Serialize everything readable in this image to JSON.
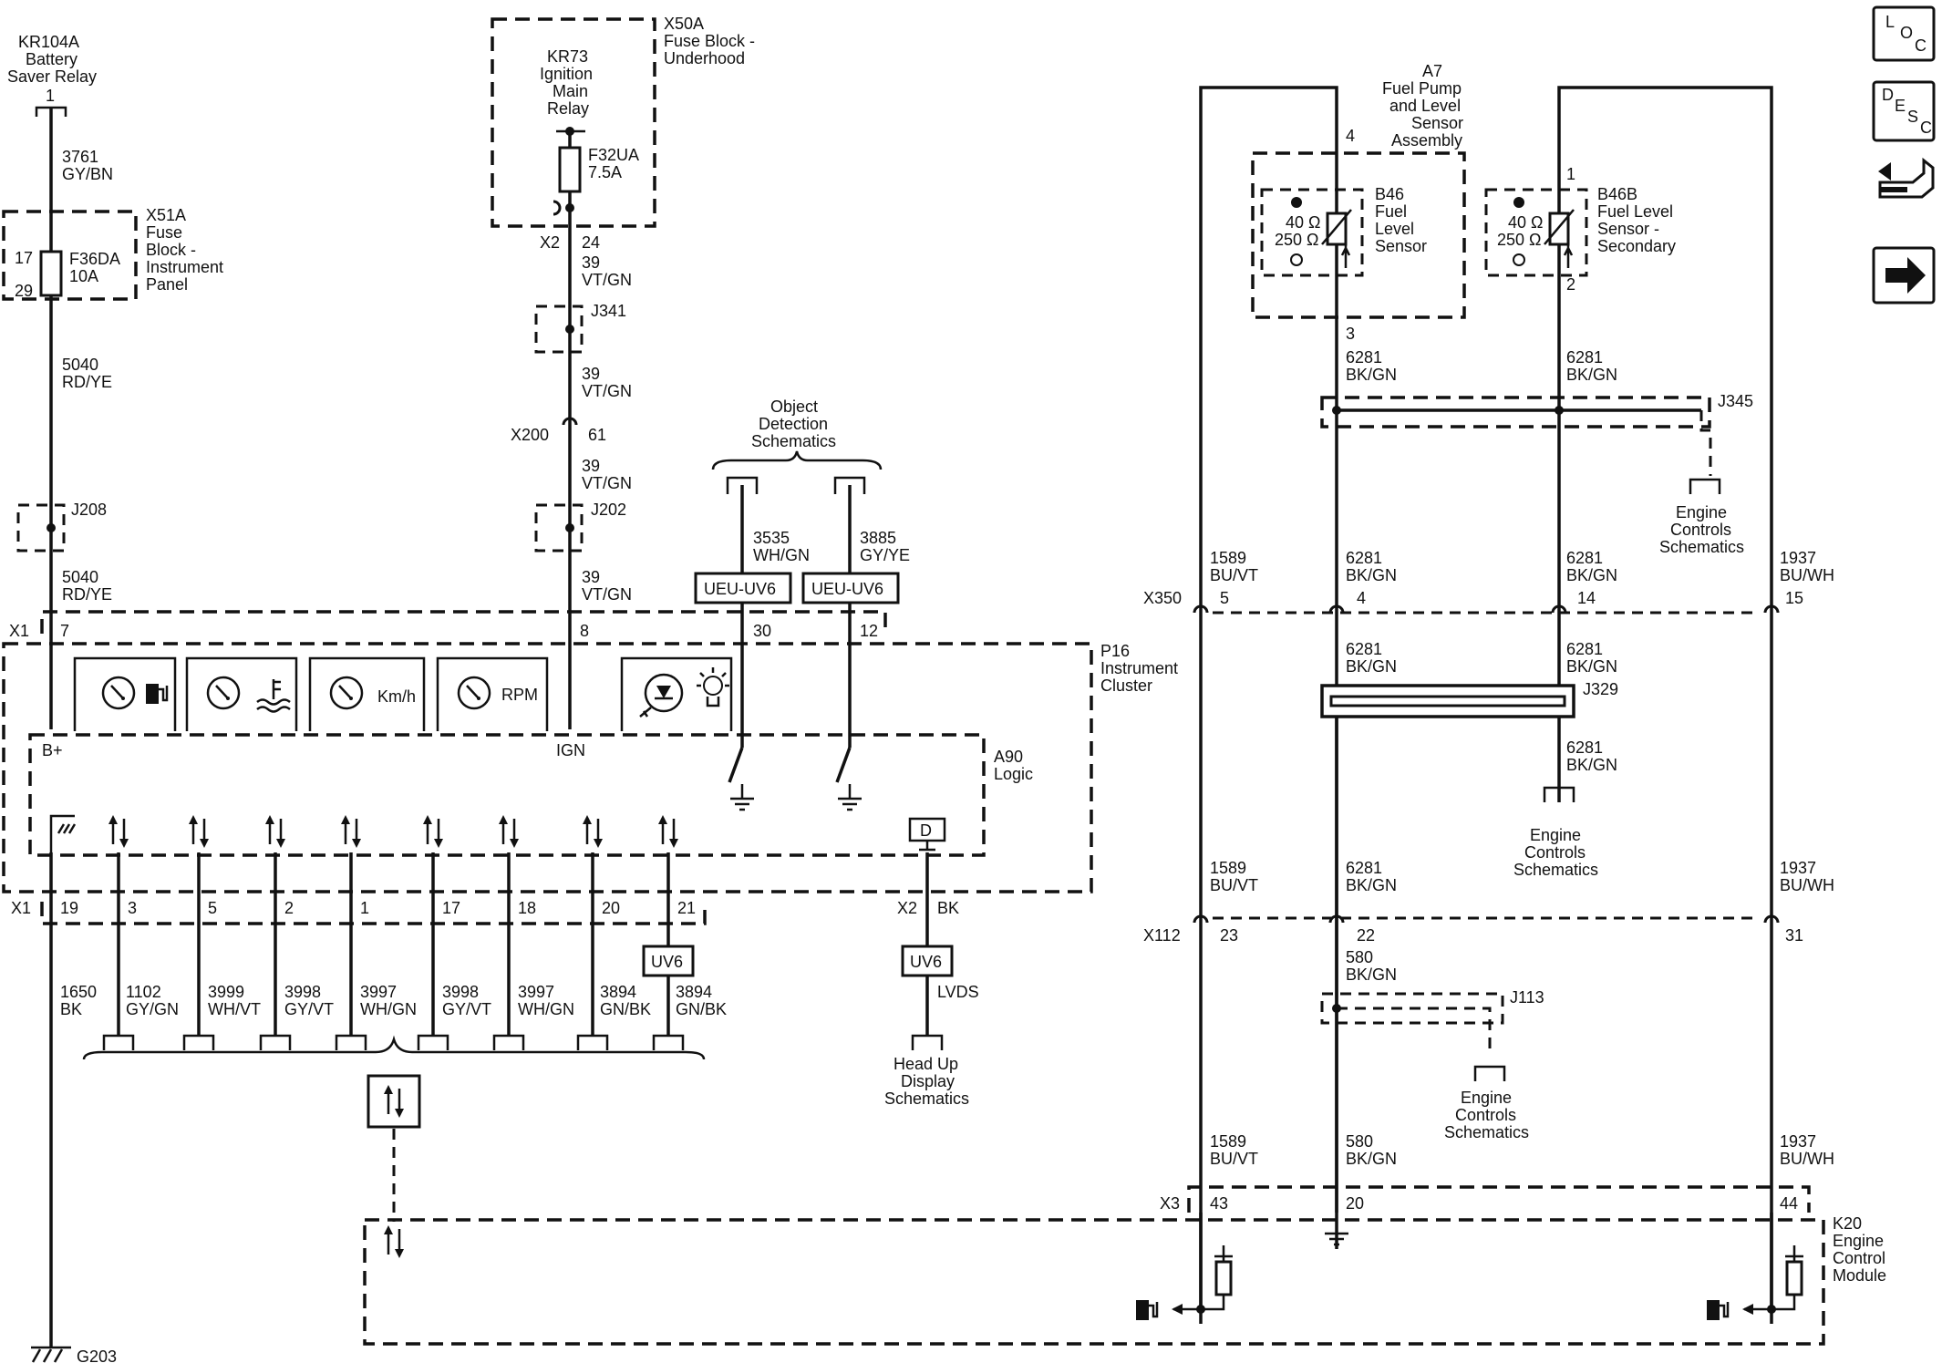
{
  "nav_buttons": [
    {
      "name": "loc-button",
      "letters": [
        "L",
        "O",
        "C"
      ]
    },
    {
      "name": "desc-button",
      "letters": [
        "D",
        "E",
        "S",
        "C"
      ]
    }
  ],
  "components": {
    "kr104a": [
      "KR104A",
      "Battery",
      "Saver Relay"
    ],
    "kr104a_pin": "1",
    "x50a": [
      "X50A",
      "Fuse Block -",
      "Underhood"
    ],
    "kr73": [
      "KR73",
      "Ignition",
      "Main",
      "Relay"
    ],
    "f32ua": [
      "F32UA",
      "7.5A"
    ],
    "x51a": [
      "X51A",
      "Fuse",
      "Block -",
      "Instrument",
      "Panel"
    ],
    "f36da": [
      "F36DA",
      "10A"
    ],
    "f36da_pins": [
      "17",
      "29"
    ],
    "a7": [
      "A7",
      "Fuel Pump",
      "and Level",
      "Sensor",
      "Assembly"
    ],
    "b46": [
      "B46",
      "Fuel",
      "Level",
      "Sensor"
    ],
    "b46b": [
      "B46B",
      "Fuel Level",
      "Sensor -",
      "Secondary"
    ],
    "ohms": [
      "40 Ω",
      "250 Ω"
    ],
    "p16": [
      "P16",
      "Instrument",
      "Cluster"
    ],
    "a90": [
      "A90",
      "Logic"
    ],
    "k20": [
      "K20",
      "Engine",
      "Control",
      "Module"
    ],
    "g203": "G203",
    "kmh": "Km/h",
    "rpm": "RPM",
    "bplus": "B+",
    "ign": "IGN",
    "hud_icon": "D"
  },
  "splices": {
    "j208": "J208",
    "j341": "J341",
    "j202": "J202",
    "j345": "J345",
    "j329": "J329",
    "j113": "J113"
  },
  "modules": {
    "ueu1": "UEU-UV6",
    "ueu2": "UEU-UV6",
    "uv6a": "UV6",
    "uv6b": "UV6"
  },
  "schematic_refs": {
    "obj_det": [
      "Object",
      "Detection",
      "Schematics"
    ],
    "ec1": [
      "Engine",
      "Controls",
      "Schematics"
    ],
    "ec2": [
      "Engine",
      "Controls",
      "Schematics"
    ],
    "ec3": [
      "Engine",
      "Controls",
      "Schematics"
    ],
    "hud": [
      "Head Up",
      "Display",
      "Schematics"
    ]
  },
  "connectors": {
    "x2a": "X2",
    "x2a_pin": "24",
    "x200": "X200",
    "x200_pin": "61",
    "x1_top": "X1",
    "x1_top_pins": [
      "7",
      "8",
      "30",
      "12"
    ],
    "x1_bot": "X1",
    "x1_bot_pins": [
      "19",
      "3",
      "5",
      "2",
      "1",
      "17",
      "18",
      "20",
      "21"
    ],
    "x2b": "X2",
    "x2b_pin": "BK",
    "x350": "X350",
    "x350_pins": [
      "5",
      "4",
      "14",
      "15"
    ],
    "x112": "X112",
    "x112_pins": [
      "23",
      "22",
      "31"
    ],
    "x3": "X3",
    "x3_pins": [
      "43",
      "20",
      "44"
    ],
    "a7_pins": [
      "4",
      "3",
      "1",
      "2"
    ]
  },
  "wires": {
    "w3761": [
      "3761",
      "GY/BN"
    ],
    "w5040a": [
      "5040",
      "RD/YE"
    ],
    "w5040b": [
      "5040",
      "RD/YE"
    ],
    "w39a": [
      "39",
      "VT/GN"
    ],
    "w39b": [
      "39",
      "VT/GN"
    ],
    "w39c": [
      "39",
      "VT/GN"
    ],
    "w39d": [
      "39",
      "VT/GN"
    ],
    "w3535": [
      "3535",
      "WH/GN"
    ],
    "w3885": [
      "3885",
      "GY/YE"
    ],
    "w1650": [
      "1650",
      "BK"
    ],
    "w1102": [
      "1102",
      "GY/GN"
    ],
    "w3999": [
      "3999",
      "WH/VT"
    ],
    "w3998a": [
      "3998",
      "GY/VT"
    ],
    "w3997a": [
      "3997",
      "WH/GN"
    ],
    "w3998b": [
      "3998",
      "GY/VT"
    ],
    "w3997b": [
      "3997",
      "WH/GN"
    ],
    "w3894a": [
      "3894",
      "GN/BK"
    ],
    "w3894b": [
      "3894",
      "GN/BK"
    ],
    "lvds": "LVDS",
    "w6281a": [
      "6281",
      "BK/GN"
    ],
    "w6281b": [
      "6281",
      "BK/GN"
    ],
    "w6281c": [
      "6281",
      "BK/GN"
    ],
    "w6281d": [
      "6281",
      "BK/GN"
    ],
    "w6281e": [
      "6281",
      "BK/GN"
    ],
    "w6281f": [
      "6281",
      "BK/GN"
    ],
    "w6281g": [
      "6281",
      "BK/GN"
    ],
    "w6281h": [
      "6281",
      "BK/GN"
    ],
    "w1589a": [
      "1589",
      "BU/VT"
    ],
    "w1589b": [
      "1589",
      "BU/VT"
    ],
    "w1589c": [
      "1589",
      "BU/VT"
    ],
    "w1937a": [
      "1937",
      "BU/WH"
    ],
    "w1937b": [
      "1937",
      "BU/WH"
    ],
    "w1937c": [
      "1937",
      "BU/WH"
    ],
    "w580a": [
      "580",
      "BK/GN"
    ],
    "w580b": [
      "580",
      "BK/GN"
    ]
  }
}
